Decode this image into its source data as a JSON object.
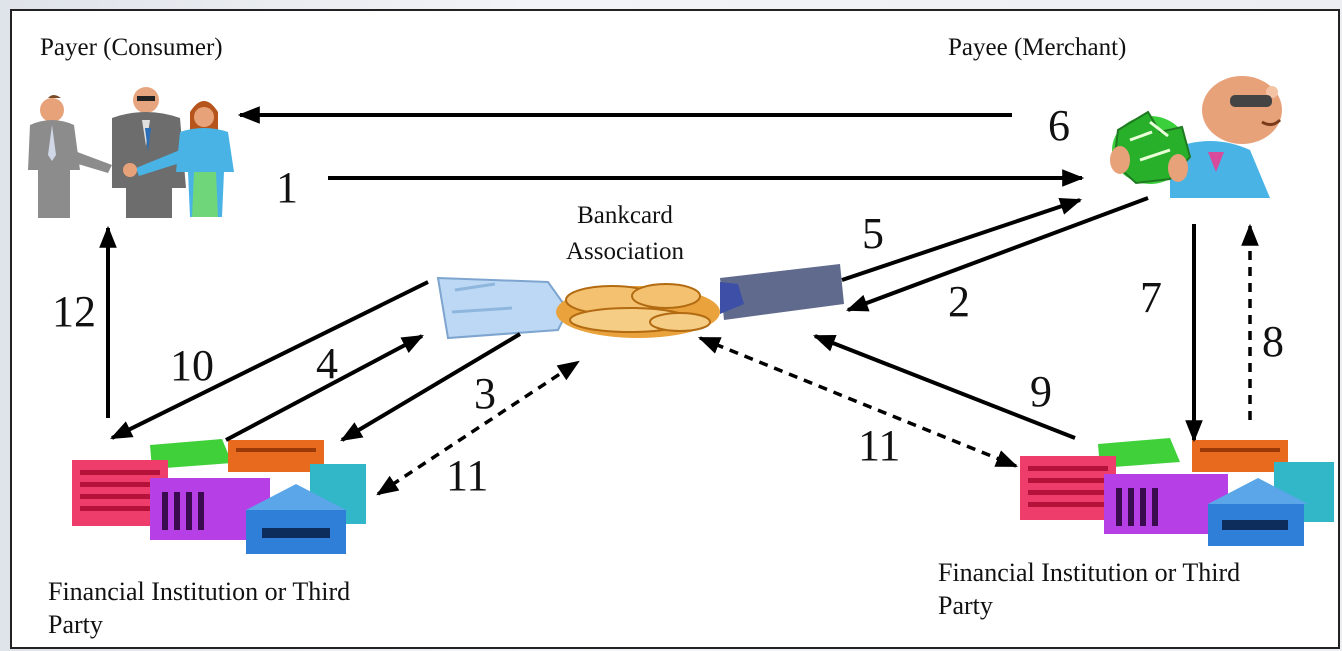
{
  "parties": {
    "payer": "Payer (Consumer)",
    "payee": "Payee (Merchant)",
    "association": "Bankcard Association",
    "institution_left": "Financial Institution or Third Party",
    "institution_right": "Financial Institution or Third Party"
  },
  "steps": {
    "s1": "1",
    "s2": "2",
    "s3": "3",
    "s4": "4",
    "s5": "5",
    "s6": "6",
    "s7": "7",
    "s8": "8",
    "s9": "9",
    "s10": "10",
    "s11_left": "11",
    "s11_right": "11",
    "s12": "12"
  },
  "colors": {
    "line": "#000000",
    "building_red": "#ee3d6a",
    "building_purple": "#b640e6",
    "building_orange": "#e86a1e",
    "building_blue": "#2f7fd8",
    "building_teal": "#31b7c8",
    "building_green": "#3fd03a",
    "money_green": "#3ccf3c",
    "coin_gold": "#e9a23c"
  }
}
